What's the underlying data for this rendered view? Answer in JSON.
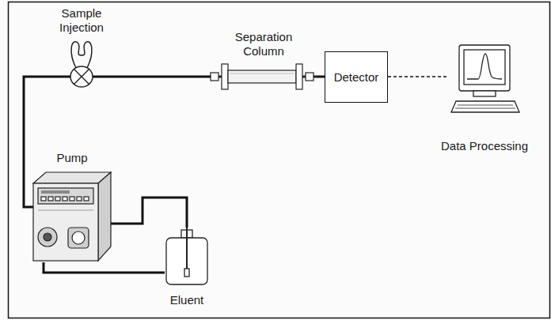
{
  "diagram": {
    "nodes": [
      {
        "text": [
          "Sample Injection"
        ]
      },
      {
        "text": [
          "Separation Column"
        ]
      },
      {
        "text": [
          "Detector"
        ]
      },
      {
        "text": [
          "Data Processing"
        ]
      },
      {
        "text": [
          "Pump"
        ]
      },
      {
        "text": [
          "Eluent"
        ]
      }
    ],
    "edges": [
      {
        "from": 4,
        "to": 0,
        "arrow": "none"
      },
      {
        "from": 0,
        "to": 1,
        "arrow": "none"
      },
      {
        "from": 1,
        "to": 2,
        "arrow": "none"
      },
      {
        "from": 2,
        "to": 3,
        "arrow": "none"
      },
      {
        "from": 5,
        "to": 4,
        "arrow": "none"
      },
      {
        "from": 5,
        "to": 4,
        "arrow": "none"
      }
    ]
  }
}
